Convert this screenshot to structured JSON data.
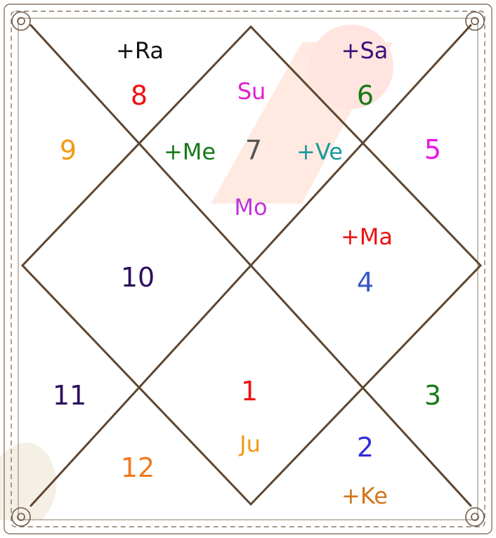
{
  "chart": {
    "houses": [
      {
        "house": "7",
        "color": "#555555"
      },
      {
        "house": "8",
        "color": "#ee1111"
      },
      {
        "house": "9",
        "color": "#f39a12"
      },
      {
        "house": "10",
        "color": "#2c0f5e"
      },
      {
        "house": "11",
        "color": "#2c0f5e"
      },
      {
        "house": "12",
        "color": "#f07a20"
      },
      {
        "house": "1",
        "color": "#ee1111"
      },
      {
        "house": "2",
        "color": "#2f2fd8"
      },
      {
        "house": "3",
        "color": "#157a15"
      },
      {
        "house": "4",
        "color": "#3a58c8"
      },
      {
        "house": "5",
        "color": "#ee11ee"
      },
      {
        "house": "6",
        "color": "#157a15"
      }
    ],
    "planets": [
      {
        "label": "+Ra",
        "color": "#111111"
      },
      {
        "label": "+Sa",
        "color": "#3a0f7a"
      },
      {
        "label": "Su",
        "color": "#dd22cc"
      },
      {
        "label": "+Me",
        "color": "#157a15"
      },
      {
        "label": "+Ve",
        "color": "#1a9a9a"
      },
      {
        "label": "Mo",
        "color": "#c033d8"
      },
      {
        "label": "+Ma",
        "color": "#ee1111"
      },
      {
        "label": "Ju",
        "color": "#f39a12"
      },
      {
        "label": "+Ke",
        "color": "#d0761e"
      }
    ],
    "line_color": "#5e4630",
    "frame_color": "#8a7766"
  }
}
